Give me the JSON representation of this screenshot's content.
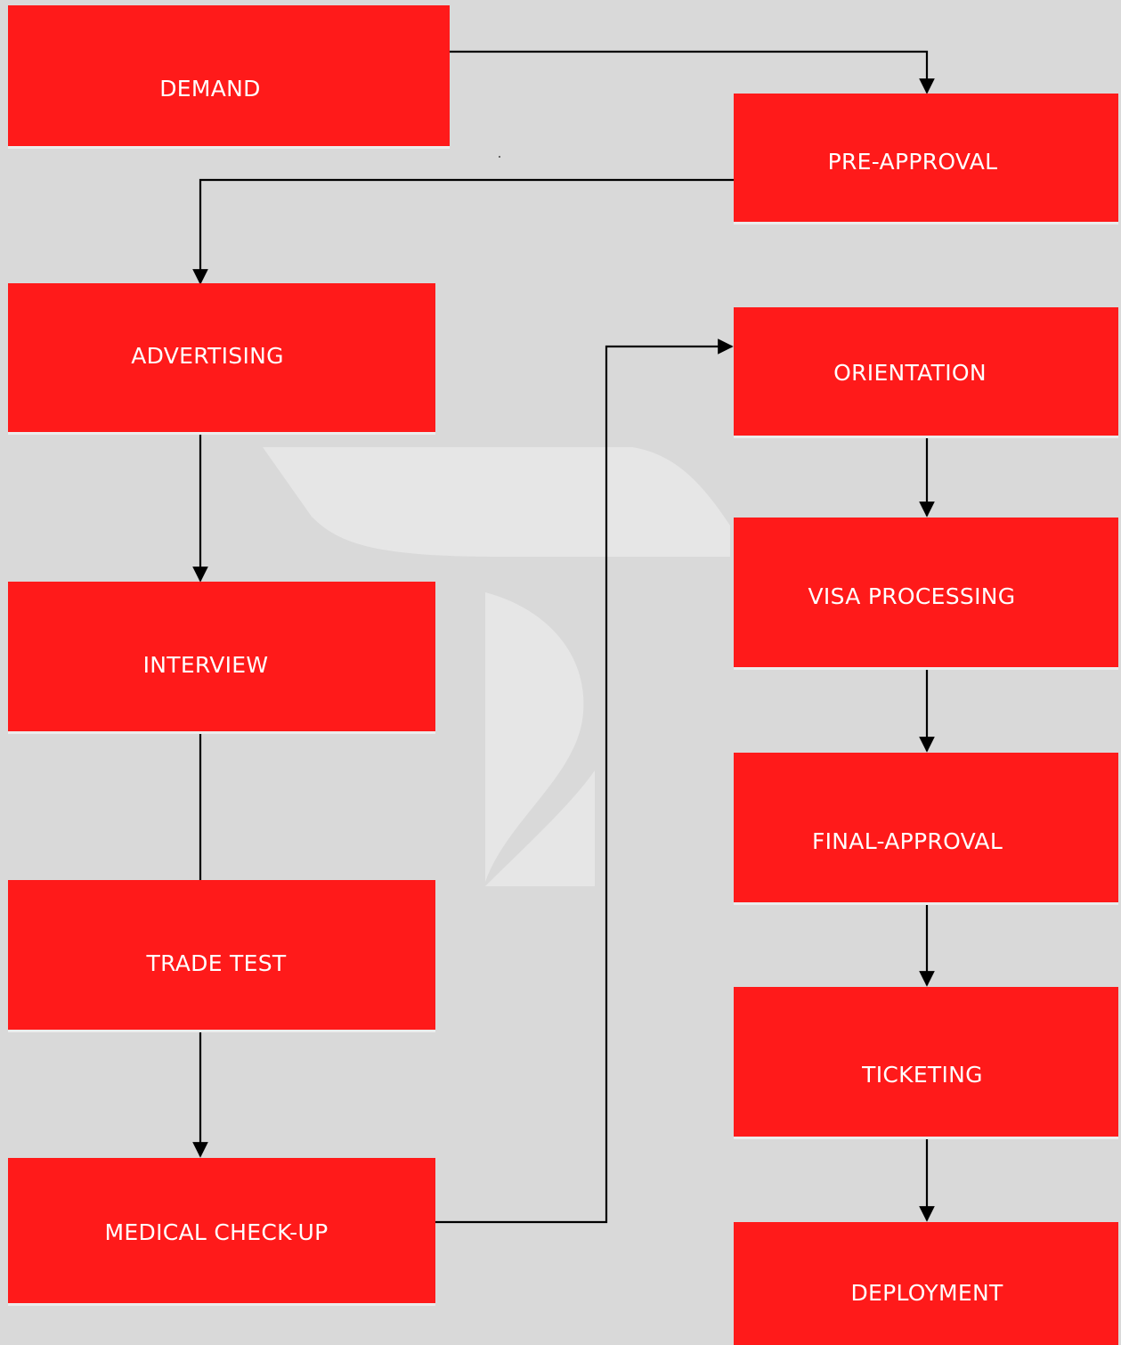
{
  "colors": {
    "background": "#d9d9d9",
    "box_fill": "#ff1a1a",
    "box_text": "#ffffff",
    "connector": "#000000",
    "watermark": "#e6e6e6"
  },
  "watermark": {
    "icon": "company-logo-icon"
  },
  "steps": [
    {
      "id": "demand",
      "label": "DEMAND"
    },
    {
      "id": "pre-approval",
      "label": "PRE-APPROVAL"
    },
    {
      "id": "advertising",
      "label": "ADVERTISING"
    },
    {
      "id": "interview",
      "label": "INTERVIEW"
    },
    {
      "id": "trade-test",
      "label": "TRADE TEST"
    },
    {
      "id": "medical-check-up",
      "label": "MEDICAL CHECK-UP"
    },
    {
      "id": "orientation",
      "label": "ORIENTATION"
    },
    {
      "id": "visa-processing",
      "label": "VISA PROCESSING"
    },
    {
      "id": "final-approval",
      "label": "FINAL-APPROVAL"
    },
    {
      "id": "ticketing",
      "label": "TICKETING"
    },
    {
      "id": "deployment",
      "label": "DEPLOYMENT"
    }
  ],
  "flow": [
    [
      "demand",
      "pre-approval"
    ],
    [
      "pre-approval",
      "advertising"
    ],
    [
      "advertising",
      "interview"
    ],
    [
      "interview",
      "trade-test"
    ],
    [
      "trade-test",
      "medical-check-up"
    ],
    [
      "medical-check-up",
      "orientation"
    ],
    [
      "orientation",
      "visa-processing"
    ],
    [
      "visa-processing",
      "final-approval"
    ],
    [
      "final-approval",
      "ticketing"
    ],
    [
      "ticketing",
      "deployment"
    ]
  ]
}
